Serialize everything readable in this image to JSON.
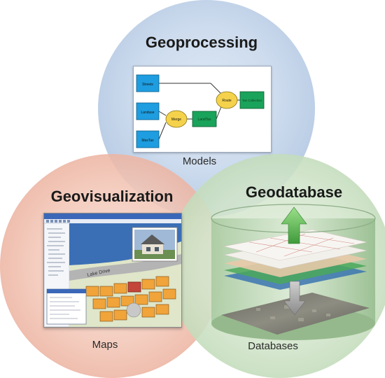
{
  "geoprocessing": {
    "title": "Geoprocessing",
    "label": "Models",
    "model": {
      "nodes": {
        "streets": "Streets",
        "landuse": "Landuse",
        "mastax": "MasTax",
        "merge": "Merge",
        "landtax": "LandTax",
        "route": "Route",
        "tax_collection": "Tax Collection"
      }
    }
  },
  "geovisualization": {
    "title": "Geovisualization",
    "label": "Maps",
    "map": {
      "street_label": "Lake Drive"
    }
  },
  "geodatabase": {
    "title": "Geodatabase",
    "label": "Databases"
  },
  "colors": {
    "geoprocessing_circle": "#c8d8ec",
    "geovisualization_circle": "#f2c6b6",
    "geodatabase_circle": "#d2e5cb",
    "model_data_node": "#1e9de0",
    "model_process_node": "#f5d24b",
    "model_output_node": "#1aa35a",
    "parcel_fill": "#f0a43a",
    "water": "#3b6fb5"
  }
}
